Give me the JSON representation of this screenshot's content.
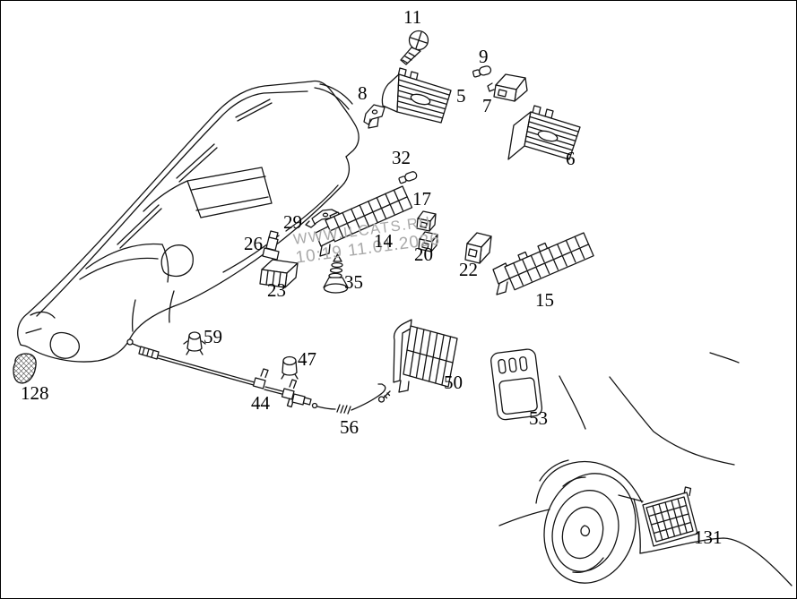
{
  "diagram": {
    "kind": "exploded-parts-diagram",
    "subject": "dashboard air vents and grilles",
    "colors": {
      "background": "#ffffff",
      "line": "#141414",
      "watermark": "#a9a9a9",
      "label": "#000000"
    }
  },
  "watermark": {
    "line1": "WWW.ILCATS.RU",
    "line2": "10:19 11.01.2026"
  },
  "parts": [
    {
      "id": "11",
      "label": "11"
    },
    {
      "id": "8",
      "label": "8"
    },
    {
      "id": "5",
      "label": "5"
    },
    {
      "id": "9",
      "label": "9"
    },
    {
      "id": "7",
      "label": "7"
    },
    {
      "id": "6",
      "label": "6"
    },
    {
      "id": "32",
      "label": "32"
    },
    {
      "id": "17",
      "label": "17"
    },
    {
      "id": "29",
      "label": "29"
    },
    {
      "id": "26",
      "label": "26"
    },
    {
      "id": "14",
      "label": "14"
    },
    {
      "id": "20",
      "label": "20"
    },
    {
      "id": "23",
      "label": "23"
    },
    {
      "id": "35",
      "label": "35"
    },
    {
      "id": "22",
      "label": "22"
    },
    {
      "id": "15",
      "label": "15"
    },
    {
      "id": "59",
      "label": "59"
    },
    {
      "id": "47",
      "label": "47"
    },
    {
      "id": "44",
      "label": "44"
    },
    {
      "id": "56",
      "label": "56"
    },
    {
      "id": "50",
      "label": "50"
    },
    {
      "id": "53",
      "label": "53"
    },
    {
      "id": "128",
      "label": "128"
    },
    {
      "id": "131",
      "label": "131"
    }
  ]
}
